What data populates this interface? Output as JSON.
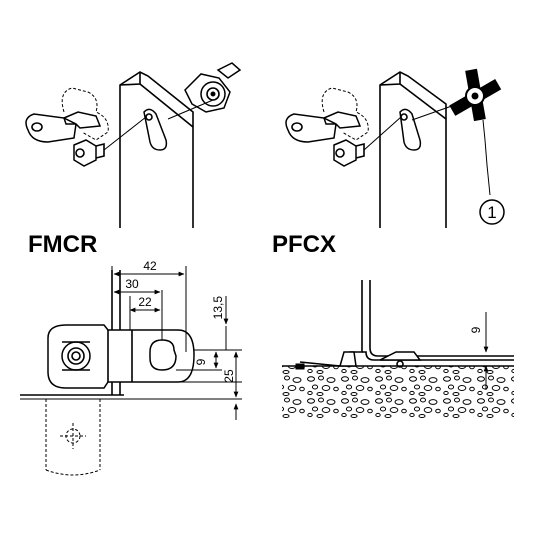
{
  "figures": {
    "left_label": "FMCR",
    "right_label": "PFCX",
    "callout_number": "1"
  },
  "dimensions": {
    "d42": "42",
    "d30": "30",
    "d22": "22",
    "d13_5": "13,5",
    "d9_left": "9",
    "d25": "25",
    "d9_right": "9"
  },
  "colors": {
    "ink": "#000000",
    "paper": "#ffffff"
  }
}
